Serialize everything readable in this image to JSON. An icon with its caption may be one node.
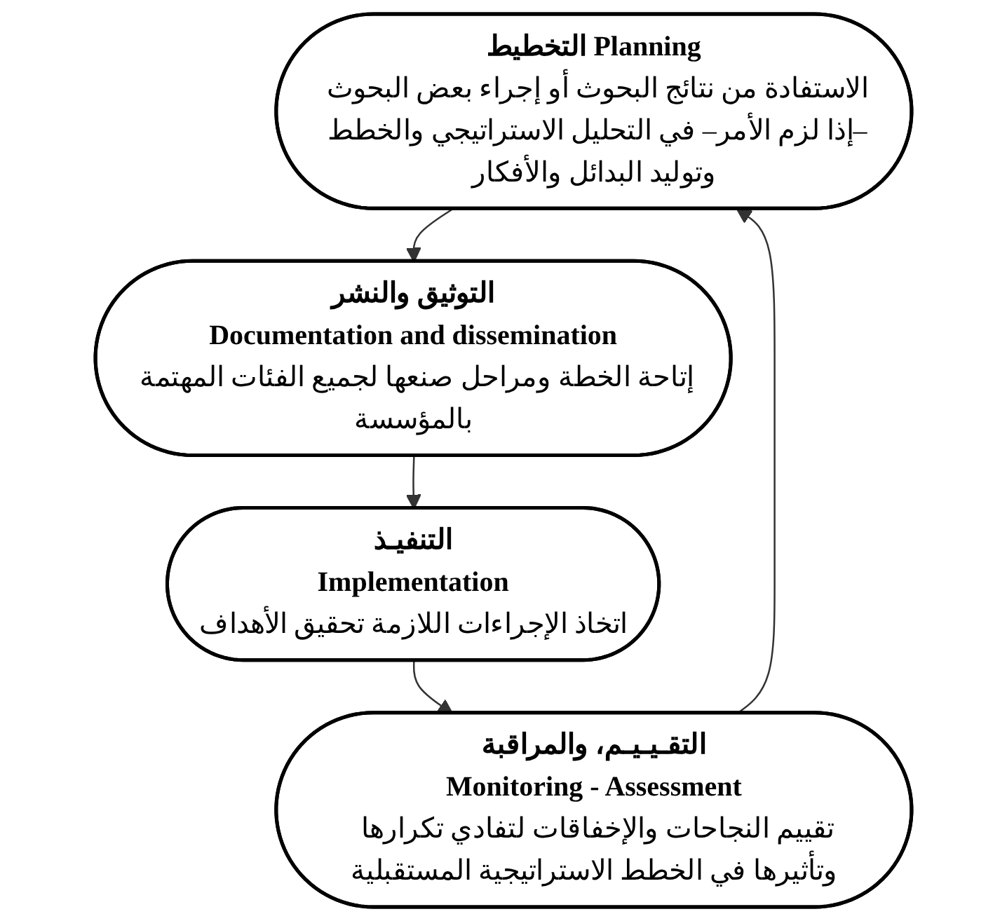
{
  "diagram": {
    "nodes": [
      {
        "text": [
          "التخطيط Planning",
          "الاستفادة من نتائج البحوث أو إجراء بعض البحوث –إذا لزم الأمر– في التحليل الاستراتيجي والخطط وتوليد البدائل والأفكار"
        ]
      },
      {
        "text": [
          "التوثيق والنشر",
          "Documentation and dissemination",
          "إتاحة الخطة ومراحل صنعها لجميع الفئات المهتمة بالمؤسسة"
        ]
      },
      {
        "text": [
          "التنفيـذ",
          "Implementation",
          "اتخاذ الإجراءات اللازمة تحقيق الأهداف"
        ]
      },
      {
        "text": [
          "التقـيـيـم، والمراقبة",
          "Monitoring - Assessment",
          "تقييم النجاحات والإخفاقات لتفادي تكرارها وتأثيرها في الخطط الاستراتيجية المستقبلية"
        ]
      }
    ],
    "edges": [
      {
        "from": 0,
        "to": 1,
        "arrow": "to"
      },
      {
        "from": 1,
        "to": 2,
        "arrow": "to"
      },
      {
        "from": 2,
        "to": 3,
        "arrow": "to"
      },
      {
        "from": 3,
        "to": 0,
        "arrow": "to"
      }
    ]
  }
}
